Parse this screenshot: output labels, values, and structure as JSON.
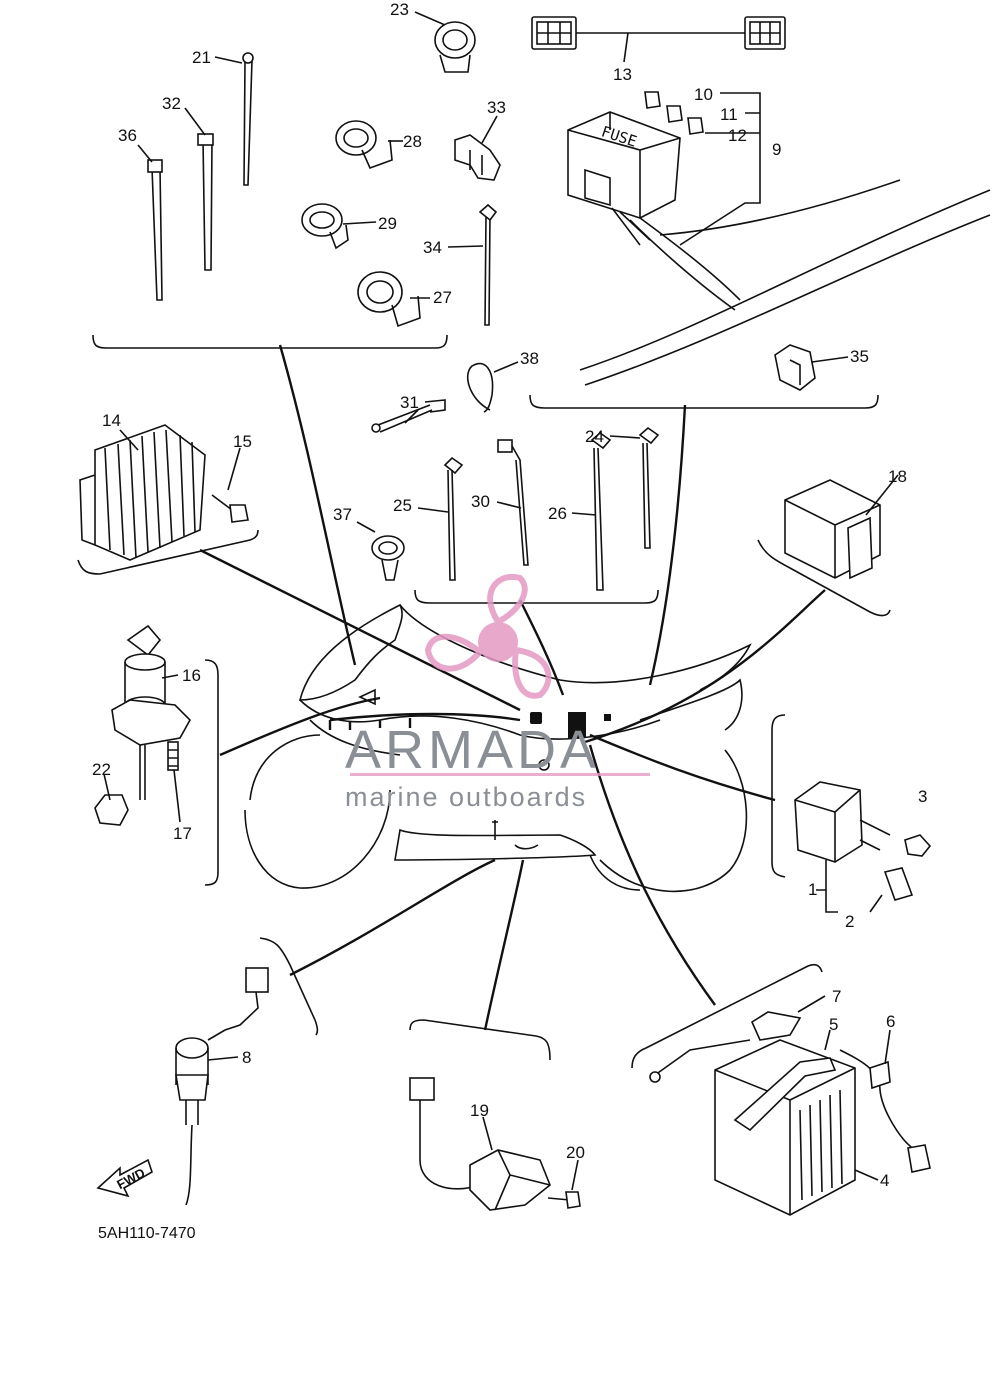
{
  "diagram": {
    "drawing_code": "5AH110-7470",
    "direction_badge": "FWD",
    "fuse_box_text": "FUSE",
    "watermark": {
      "brand": "ARMADA",
      "tagline": "marine outboards",
      "color": "#e39ac4"
    },
    "callouts": {
      "c1": "1",
      "c2": "2",
      "c3": "3",
      "c4": "4",
      "c5": "5",
      "c6": "6",
      "c7": "7",
      "c8": "8",
      "c9": "9",
      "c10": "10",
      "c11": "11",
      "c12": "12",
      "c13": "13",
      "c14": "14",
      "c15": "15",
      "c16": "16",
      "c17": "17",
      "c18": "18",
      "c19": "19",
      "c20": "20",
      "c21": "21",
      "c22": "22",
      "c23": "23",
      "c24": "24",
      "c25": "25",
      "c26": "26",
      "c27": "27",
      "c28": "28",
      "c29": "29",
      "c30": "30",
      "c31": "31",
      "c32": "32",
      "c33": "33",
      "c34": "34",
      "c35": "35",
      "c36": "36",
      "c37": "37",
      "c38": "38"
    }
  }
}
